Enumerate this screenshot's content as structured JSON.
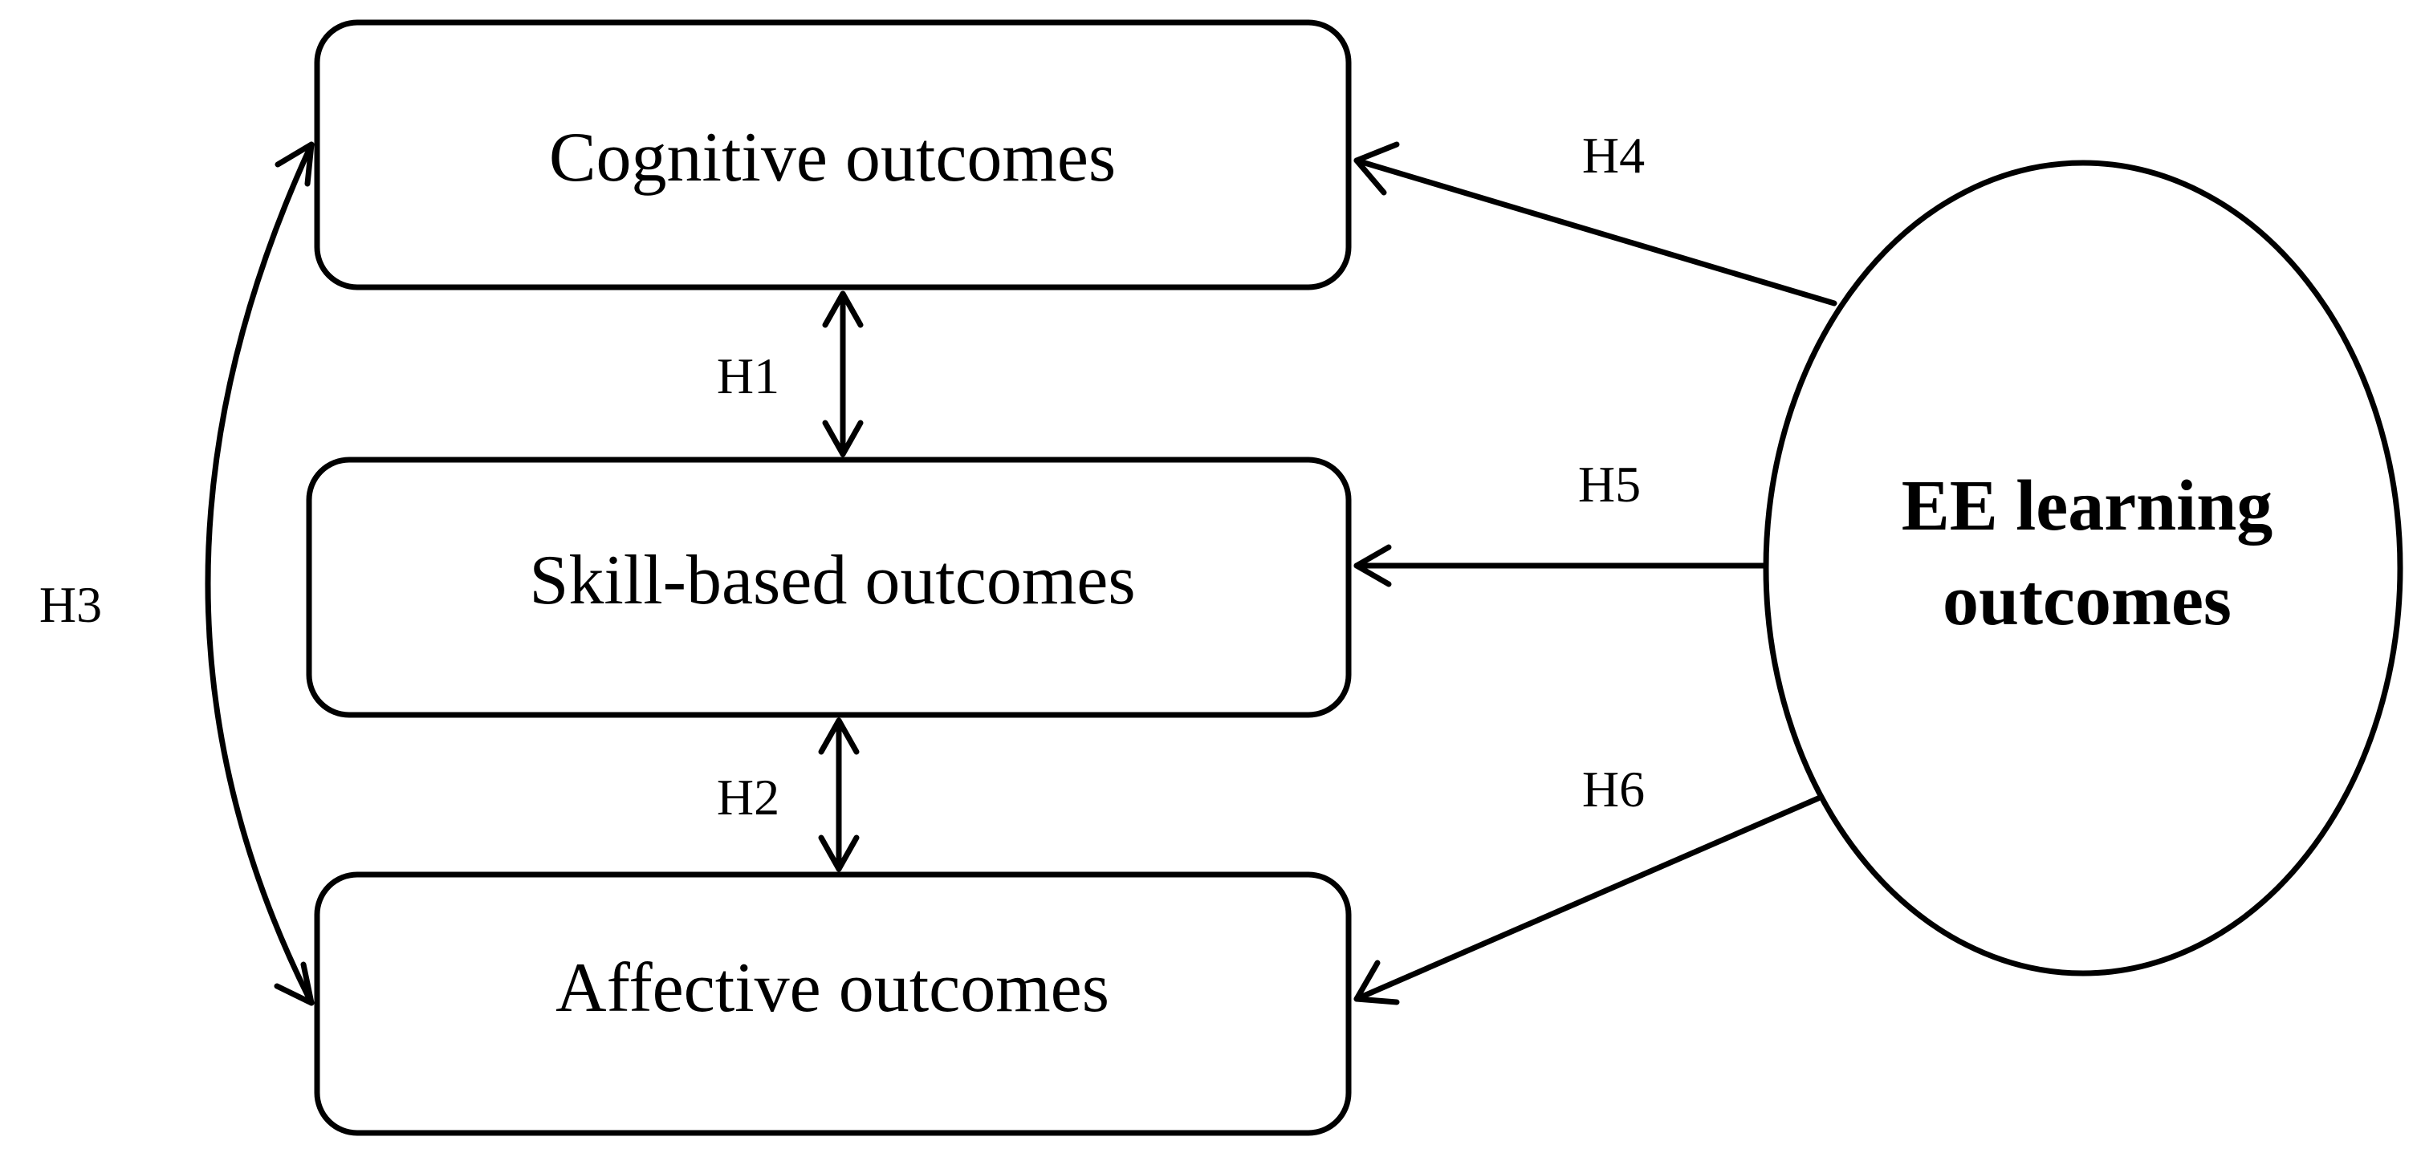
{
  "nodes": {
    "cognitive": {
      "label": "Cognitive outcomes"
    },
    "skill": {
      "label": "Skill-based outcomes"
    },
    "affective": {
      "label": "Affective outcomes"
    },
    "ee": {
      "label_line1": "EE learning",
      "label_line2": "outcomes"
    }
  },
  "edges": {
    "h1": {
      "label": "H1",
      "from": "cognitive",
      "to": "skill",
      "direction": "bidirectional"
    },
    "h2": {
      "label": "H2",
      "from": "skill",
      "to": "affective",
      "direction": "bidirectional"
    },
    "h3": {
      "label": "H3",
      "from": "cognitive",
      "to": "affective",
      "direction": "bidirectional"
    },
    "h4": {
      "label": "H4",
      "from": "ee",
      "to": "cognitive",
      "direction": "directed"
    },
    "h5": {
      "label": "H5",
      "from": "ee",
      "to": "skill",
      "direction": "directed"
    },
    "h6": {
      "label": "H6",
      "from": "ee",
      "to": "affective",
      "direction": "directed"
    }
  },
  "colors": {
    "stroke": "#000000",
    "background": "#ffffff"
  }
}
